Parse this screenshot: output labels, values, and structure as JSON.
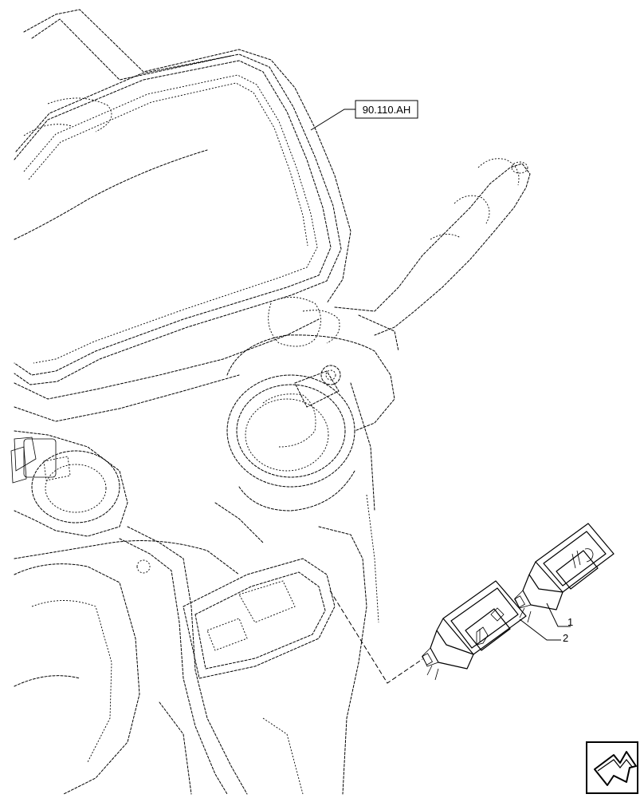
{
  "reference_label": "90.110.AH",
  "callouts": [
    {
      "number": "1"
    },
    {
      "number": "2"
    }
  ],
  "nav_icon": "next-page-arrow-icon"
}
